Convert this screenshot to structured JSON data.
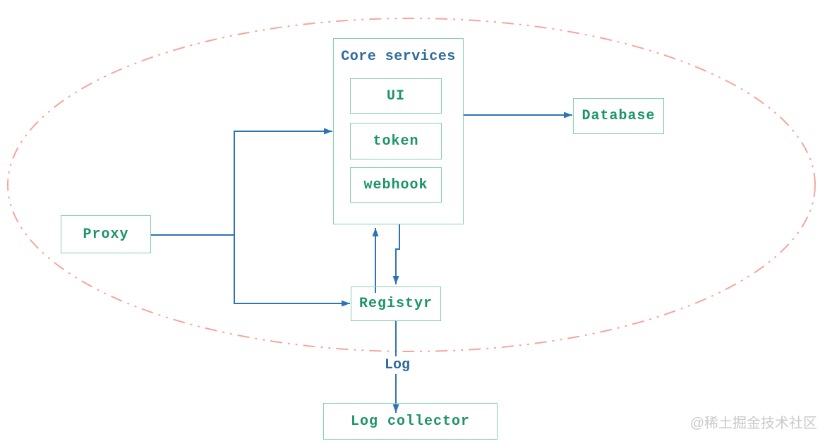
{
  "diagram": {
    "core": {
      "title": "Core services",
      "items": [
        {
          "label": "UI"
        },
        {
          "label": "token"
        },
        {
          "label": "webhook"
        }
      ]
    },
    "nodes": {
      "database": {
        "label": "Database"
      },
      "proxy": {
        "label": "Proxy"
      },
      "registry": {
        "label": "Registyr"
      },
      "log_collector": {
        "label": "Log collector"
      }
    },
    "edge_labels": {
      "log": "Log"
    },
    "watermark": "@稀土掘金技术社区",
    "colors": {
      "line_blue": "#2e74b5",
      "title_blue": "#2d6a9e",
      "text_green": "#1b9468",
      "border_green": "#84d0ab",
      "ellipse_salmon": "#f3a69d",
      "watermark_gray": "#c9c9c9",
      "background": "#ffffff"
    }
  }
}
